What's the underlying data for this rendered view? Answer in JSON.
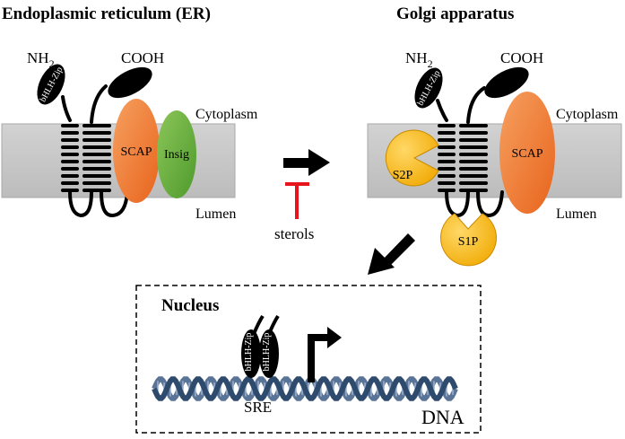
{
  "titles": {
    "er": "Endoplasmic reticulum (ER)",
    "golgi": "Golgi apparatus"
  },
  "labels": {
    "nh2_main": "NH",
    "nh2_sub": "2",
    "cooh": "COOH",
    "bhlh_zip": "bHLH-Zip",
    "scap": "SCAP",
    "insig": "Insig",
    "s2p": "S2P",
    "s1p": "S1P",
    "cytoplasm": "Cytoplasm",
    "lumen": "Lumen",
    "sterols": "sterols",
    "nucleus": "Nucleus",
    "sre": "SRE",
    "dna": "DNA"
  },
  "colors": {
    "membrane": "#c8c8c8",
    "scap": "#f07a2c",
    "insig": "#6fae3f",
    "protease": "#f5b912",
    "inhibitor": "#e8141c",
    "dna": "#2e4a6c",
    "ink": "#000000"
  },
  "icons": {
    "transport_arrow": "arrow-right-icon",
    "inhibition": "t-bar-inhibition-icon",
    "nuclear_arrow": "arrow-down-left-icon",
    "transcription_start": "bent-arrow-icon"
  }
}
